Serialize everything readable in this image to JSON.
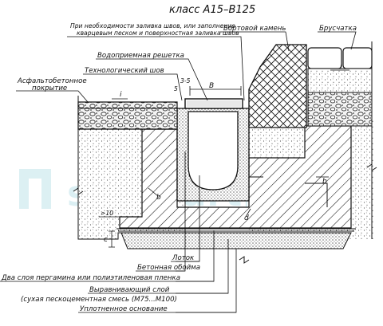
{
  "title": "класс А15–В125",
  "labels": {
    "sealing_note_line1": "При необходимости заливка швов, или заполнение",
    "sealing_note_line2": "кварцевым песком и поверхностная заливка швов",
    "curb_stone": "Бортовой камень",
    "paving_brick": "Брусчатка",
    "grate": "Водоприемная решетка",
    "tech_joint": "Технологический шов",
    "asphalt_line1": "Асфальтобетонное",
    "asphalt_line2": "покрытие"
  },
  "dimensions": {
    "width_B": "B",
    "joint_5": "5",
    "joint_3_5": "3-5",
    "slope_i": "i",
    "b": "b",
    "d": "d",
    "c": "c",
    "min_10": ">10"
  },
  "legend": [
    "Лоток",
    "Бетонная обойма",
    "Два слоя пергамина или полиэтиленовая пленка",
    "Выравнивающий слой",
    "(сухая пескоцементная смесь (М75...М100)",
    "Уплотненное основание"
  ],
  "watermark": "standartpark",
  "colors": {
    "line": "#111111",
    "watermark": "#bfe3ea"
  }
}
